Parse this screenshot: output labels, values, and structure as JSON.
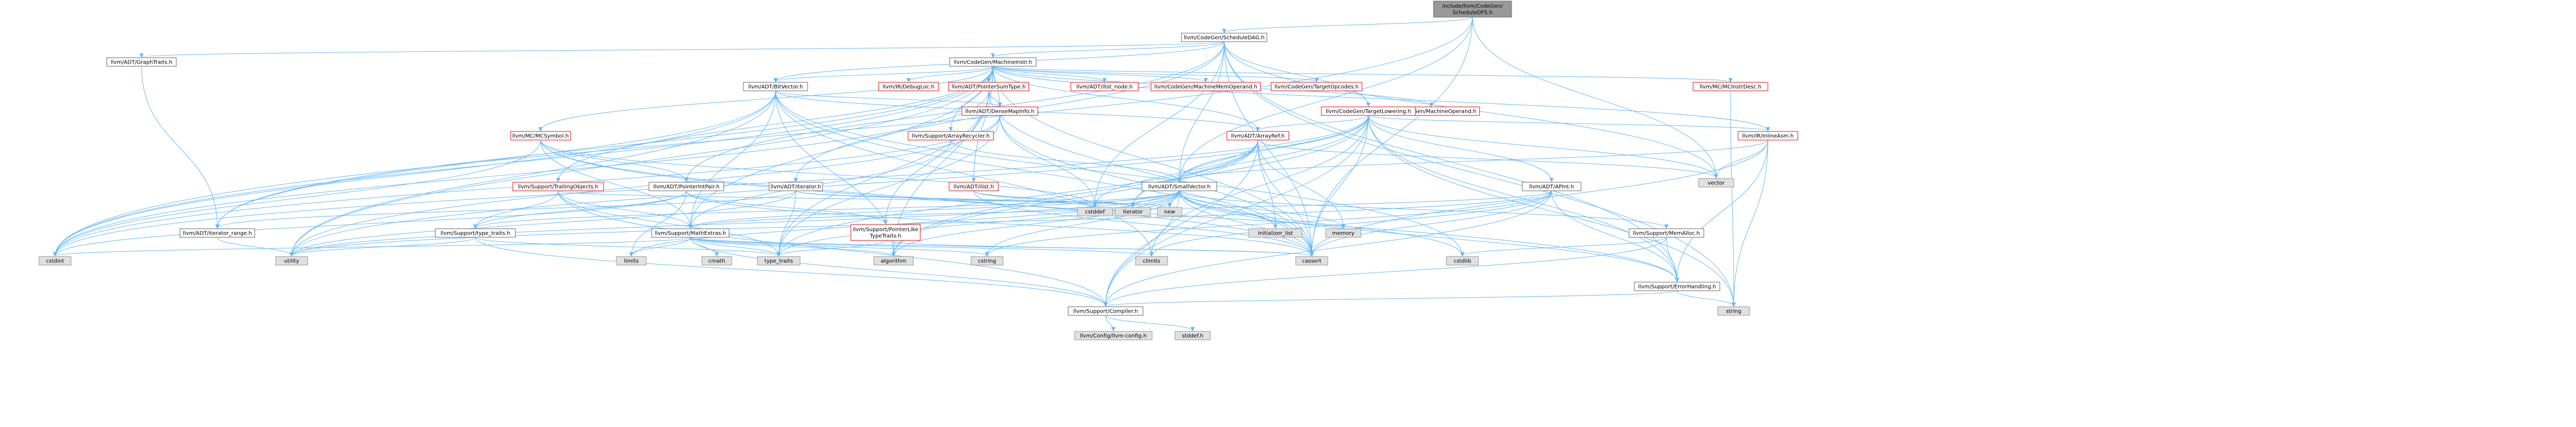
{
  "colors": {
    "edge": "#63b8ff",
    "root_fill": "#999999",
    "system_fill": "#e0e0e0",
    "link_border_red": "#ff0000",
    "border": "#666666"
  },
  "nodes": [
    {
      "id": "root",
      "lines": [
        "include/llvm/CodeGen/",
        "ScheduleDFS.h"
      ],
      "kind": "root"
    },
    {
      "id": "ScheduleDAG",
      "lines": [
        "llvm/CodeGen/ScheduleDAG.h"
      ],
      "kind": "normal"
    },
    {
      "id": "GraphTraits",
      "lines": [
        "llvm/ADT/GraphTraits.h"
      ],
      "kind": "normal"
    },
    {
      "id": "MachineInstr",
      "lines": [
        "llvm/CodeGen/MachineInstr.h"
      ],
      "kind": "normal"
    },
    {
      "id": "BitVector",
      "lines": [
        "llvm/ADT/BitVector.h"
      ],
      "kind": "normal"
    },
    {
      "id": "DebugLoc",
      "lines": [
        "llvm/IR/DebugLoc.h"
      ],
      "kind": "red"
    },
    {
      "id": "PointerSumType",
      "lines": [
        "llvm/ADT/PointerSumType.h"
      ],
      "kind": "red"
    },
    {
      "id": "ilist_node",
      "lines": [
        "llvm/ADT/ilist_node.h"
      ],
      "kind": "red"
    },
    {
      "id": "MachineMemOperand",
      "lines": [
        "llvm/CodeGen/MachineMemOperand.h"
      ],
      "kind": "red"
    },
    {
      "id": "TargetOpcodes",
      "lines": [
        "llvm/CodeGen/TargetOpcodes.h"
      ],
      "kind": "red"
    },
    {
      "id": "MachineOperand",
      "lines": [
        "llvm/CodeGen/MachineOperand.h"
      ],
      "kind": "red"
    },
    {
      "id": "MCInstrDesc",
      "lines": [
        "llvm/MC/MCInstrDesc.h"
      ],
      "kind": "red"
    },
    {
      "id": "DenseMapInfo",
      "lines": [
        "llvm/ADT/DenseMapInfo.h"
      ],
      "kind": "red"
    },
    {
      "id": "TargetLowering",
      "lines": [
        "llvm/CodeGen/TargetLowering.h"
      ],
      "kind": "red"
    },
    {
      "id": "InlineAsm",
      "lines": [
        "llvm/IR/InlineAsm.h"
      ],
      "kind": "red"
    },
    {
      "id": "MCSymbol",
      "lines": [
        "llvm/MC/MCSymbol.h"
      ],
      "kind": "red"
    },
    {
      "id": "ArrayRecycler",
      "lines": [
        "llvm/Support/ArrayRecycler.h"
      ],
      "kind": "red"
    },
    {
      "id": "ArrayRef",
      "lines": [
        "llvm/ADT/ArrayRef.h"
      ],
      "kind": "red"
    },
    {
      "id": "ilist",
      "lines": [
        "llvm/ADT/ilist.h"
      ],
      "kind": "red"
    },
    {
      "id": "PointerIntPair",
      "lines": [
        "llvm/ADT/PointerIntPair.h"
      ],
      "kind": "normal"
    },
    {
      "id": "iterator",
      "lines": [
        "llvm/ADT/iterator.h"
      ],
      "kind": "normal"
    },
    {
      "id": "TrailingObjects",
      "lines": [
        "llvm/Support/TrailingObjects.h"
      ],
      "kind": "red"
    },
    {
      "id": "SmallVector",
      "lines": [
        "llvm/ADT/SmallVector.h"
      ],
      "kind": "normal"
    },
    {
      "id": "APInt",
      "lines": [
        "llvm/ADT/APInt.h"
      ],
      "kind": "normal"
    },
    {
      "id": "iterator_range",
      "lines": [
        "llvm/ADT/iterator_range.h"
      ],
      "kind": "normal"
    },
    {
      "id": "type_traits_llvm",
      "lines": [
        "llvm/Support/type_traits.h"
      ],
      "kind": "normal"
    },
    {
      "id": "MathExtras",
      "lines": [
        "llvm/Support/MathExtras.h"
      ],
      "kind": "normal"
    },
    {
      "id": "PointerLikeTypeTraits",
      "lines": [
        "llvm/Support/PointerLike",
        "TypeTraits.h"
      ],
      "kind": "red"
    },
    {
      "id": "MemAlloc",
      "lines": [
        "llvm/Support/MemAlloc.h"
      ],
      "kind": "normal"
    },
    {
      "id": "ErrorHandling",
      "lines": [
        "llvm/Support/ErrorHandling.h"
      ],
      "kind": "normal"
    },
    {
      "id": "Compiler",
      "lines": [
        "llvm/Support/Compiler.h"
      ],
      "kind": "normal"
    },
    {
      "id": "llvm_config",
      "lines": [
        "llvm/Config/llvm-config.h"
      ],
      "kind": "sys"
    },
    {
      "id": "stddef_h",
      "lines": [
        "stddef.h"
      ],
      "kind": "sys"
    },
    {
      "id": "vector",
      "lines": [
        "vector"
      ],
      "kind": "sys"
    },
    {
      "id": "cstddef",
      "lines": [
        "cstddef"
      ],
      "kind": "sys"
    },
    {
      "id": "iterator_std",
      "lines": [
        "iterator"
      ],
      "kind": "sys"
    },
    {
      "id": "new",
      "lines": [
        "new"
      ],
      "kind": "sys"
    },
    {
      "id": "initializer_list",
      "lines": [
        "initializer_list"
      ],
      "kind": "sys"
    },
    {
      "id": "memory",
      "lines": [
        "memory"
      ],
      "kind": "sys"
    },
    {
      "id": "cstdint",
      "lines": [
        "cstdint"
      ],
      "kind": "sys"
    },
    {
      "id": "utility",
      "lines": [
        "utility"
      ],
      "kind": "sys"
    },
    {
      "id": "limits",
      "lines": [
        "limits"
      ],
      "kind": "sys"
    },
    {
      "id": "cmath",
      "lines": [
        "cmath"
      ],
      "kind": "sys"
    },
    {
      "id": "type_traits",
      "lines": [
        "type_traits"
      ],
      "kind": "sys"
    },
    {
      "id": "algorithm",
      "lines": [
        "algorithm"
      ],
      "kind": "sys"
    },
    {
      "id": "cstring",
      "lines": [
        "cstring"
      ],
      "kind": "sys"
    },
    {
      "id": "climits",
      "lines": [
        "climits"
      ],
      "kind": "sys"
    },
    {
      "id": "cassert",
      "lines": [
        "cassert"
      ],
      "kind": "sys"
    },
    {
      "id": "cstdlib",
      "lines": [
        "cstdlib"
      ],
      "kind": "sys"
    },
    {
      "id": "string",
      "lines": [
        "string"
      ],
      "kind": "sys"
    }
  ],
  "edges": [
    [
      "root",
      "ScheduleDAG"
    ],
    [
      "root",
      "SmallVector"
    ],
    [
      "root",
      "vector"
    ],
    [
      "root",
      "cassert"
    ],
    [
      "root",
      "cstdint"
    ],
    [
      "ScheduleDAG",
      "GraphTraits"
    ],
    [
      "ScheduleDAG",
      "MachineInstr"
    ],
    [
      "ScheduleDAG",
      "TargetLowering"
    ],
    [
      "ScheduleDAG",
      "SmallVector"
    ],
    [
      "ScheduleDAG",
      "BitVector"
    ],
    [
      "ScheduleDAG",
      "PointerIntPair"
    ],
    [
      "ScheduleDAG",
      "iterator"
    ],
    [
      "ScheduleDAG",
      "ErrorHandling"
    ],
    [
      "ScheduleDAG",
      "cassert"
    ],
    [
      "ScheduleDAG",
      "cstddef"
    ],
    [
      "ScheduleDAG",
      "string"
    ],
    [
      "ScheduleDAG",
      "vector"
    ],
    [
      "GraphTraits",
      "iterator_range"
    ],
    [
      "MachineInstr",
      "DenseMapInfo"
    ],
    [
      "MachineInstr",
      "PointerSumType"
    ],
    [
      "MachineInstr",
      "ArrayRef"
    ],
    [
      "MachineInstr",
      "ilist"
    ],
    [
      "MachineInstr",
      "ilist_node"
    ],
    [
      "MachineInstr",
      "iterator_range"
    ],
    [
      "MachineInstr",
      "MachineMemOperand"
    ],
    [
      "MachineInstr",
      "MachineOperand"
    ],
    [
      "MachineInstr",
      "TargetOpcodes"
    ],
    [
      "MachineInstr",
      "DebugLoc"
    ],
    [
      "MachineInstr",
      "InlineAsm"
    ],
    [
      "MachineInstr",
      "MCInstrDesc"
    ],
    [
      "MachineInstr",
      "MCSymbol"
    ],
    [
      "MachineInstr",
      "ArrayRecycler"
    ],
    [
      "MachineInstr",
      "MathExtras"
    ],
    [
      "MachineInstr",
      "TrailingObjects"
    ],
    [
      "MachineInstr",
      "algorithm"
    ],
    [
      "MachineInstr",
      "cassert"
    ],
    [
      "MachineInstr",
      "cstdint"
    ],
    [
      "MachineInstr",
      "utility"
    ],
    [
      "MachineInstr",
      "BitVector"
    ],
    [
      "BitVector",
      "ArrayRef"
    ],
    [
      "BitVector",
      "DenseMapInfo"
    ],
    [
      "BitVector",
      "iterator_range"
    ],
    [
      "BitVector",
      "MathExtras"
    ],
    [
      "BitVector",
      "algorithm"
    ],
    [
      "BitVector",
      "cassert"
    ],
    [
      "BitVector",
      "climits"
    ],
    [
      "BitVector",
      "cstdint"
    ],
    [
      "BitVector",
      "cstdlib"
    ],
    [
      "BitVector",
      "utility"
    ],
    [
      "PointerSumType",
      "DenseMapInfo"
    ],
    [
      "PointerSumType",
      "PointerLikeTypeTraits"
    ],
    [
      "PointerSumType",
      "cassert"
    ],
    [
      "PointerSumType",
      "cstdint"
    ],
    [
      "PointerSumType",
      "type_traits"
    ],
    [
      "DenseMapInfo",
      "cassert"
    ],
    [
      "DenseMapInfo",
      "cstddef"
    ],
    [
      "DenseMapInfo",
      "cstdint"
    ],
    [
      "DenseMapInfo",
      "tuple_placeholder"
    ],
    [
      "DenseMapInfo",
      "type_traits"
    ],
    [
      "DenseMapInfo",
      "utility"
    ],
    [
      "TargetLowering",
      "ArrayRef"
    ],
    [
      "TargetLowering",
      "APInt"
    ],
    [
      "TargetLowering",
      "SmallVector"
    ],
    [
      "TargetLowering",
      "InlineAsm"
    ],
    [
      "TargetLowering",
      "Compiler"
    ],
    [
      "TargetLowering",
      "ErrorHandling"
    ],
    [
      "TargetLowering",
      "algorithm"
    ],
    [
      "TargetLowering",
      "cassert"
    ],
    [
      "TargetLowering",
      "climits"
    ],
    [
      "TargetLowering",
      "cstdint"
    ],
    [
      "TargetLowering",
      "iterator_std"
    ],
    [
      "TargetLowering",
      "map_placeholder"
    ],
    [
      "TargetLowering",
      "string"
    ],
    [
      "TargetLowering",
      "utility"
    ],
    [
      "TargetLowering",
      "vector"
    ],
    [
      "InlineAsm",
      "SmallVector"
    ],
    [
      "InlineAsm",
      "ErrorHandling"
    ],
    [
      "InlineAsm",
      "cassert"
    ],
    [
      "InlineAsm",
      "string"
    ],
    [
      "InlineAsm",
      "vector"
    ],
    [
      "MCInstrDesc",
      "string"
    ],
    [
      "MCSymbol",
      "PointerIntPair"
    ],
    [
      "MCSymbol",
      "ErrorHandling"
    ],
    [
      "MCSymbol",
      "MathExtras"
    ],
    [
      "MCSymbol",
      "cassert"
    ],
    [
      "MCSymbol",
      "cstddef"
    ],
    [
      "MCSymbol",
      "cstdint"
    ],
    [
      "ArrayRecycler",
      "SmallVector"
    ],
    [
      "ArrayRecycler",
      "MathExtras"
    ],
    [
      "ArrayRef",
      "SmallVector"
    ],
    [
      "ArrayRef",
      "Compiler"
    ],
    [
      "ArrayRef",
      "algorithm"
    ],
    [
      "ArrayRef",
      "cassert"
    ],
    [
      "ArrayRef",
      "cstddef"
    ],
    [
      "ArrayRef",
      "initializer_list"
    ],
    [
      "ArrayRef",
      "iterator_std"
    ],
    [
      "ArrayRef",
      "memory"
    ],
    [
      "ArrayRef",
      "type_traits"
    ],
    [
      "ArrayRef",
      "vector"
    ],
    [
      "ilist",
      "iterator_std"
    ],
    [
      "ilist",
      "cassert"
    ],
    [
      "ilist",
      "cstddef"
    ],
    [
      "PointerIntPair",
      "PointerLikeTypeTraits"
    ],
    [
      "PointerIntPair",
      "type_traits_llvm"
    ],
    [
      "PointerIntPair",
      "cassert"
    ],
    [
      "PointerIntPair",
      "cstdint"
    ],
    [
      "PointerIntPair",
      "limits"
    ],
    [
      "iterator",
      "iterator_range"
    ],
    [
      "iterator",
      "cstddef"
    ],
    [
      "iterator",
      "iterator_std"
    ],
    [
      "iterator",
      "type_traits"
    ],
    [
      "iterator",
      "utility"
    ],
    [
      "TrailingObjects",
      "MathExtras"
    ],
    [
      "TrailingObjects",
      "type_traits_llvm"
    ],
    [
      "TrailingObjects",
      "Compiler"
    ],
    [
      "TrailingObjects",
      "new"
    ],
    [
      "TrailingObjects",
      "type_traits"
    ],
    [
      "SmallVector",
      "Compiler"
    ],
    [
      "SmallVector",
      "type_traits_llvm"
    ],
    [
      "SmallVector",
      "algorithm"
    ],
    [
      "SmallVector",
      "cassert"
    ],
    [
      "SmallVector",
      "cstddef"
    ],
    [
      "SmallVector",
      "cstdlib"
    ],
    [
      "SmallVector",
      "cstring"
    ],
    [
      "SmallVector",
      "functional_placeholder"
    ],
    [
      "SmallVector",
      "initializer_list"
    ],
    [
      "SmallVector",
      "iterator_std"
    ],
    [
      "SmallVector",
      "limits"
    ],
    [
      "SmallVector",
      "memory"
    ],
    [
      "SmallVector",
      "new"
    ],
    [
      "SmallVector",
      "type_traits"
    ],
    [
      "SmallVector",
      "utility"
    ],
    [
      "SmallVector",
      "MemAlloc"
    ],
    [
      "SmallVector",
      "ErrorHandling"
    ],
    [
      "SmallVector",
      "MathExtras"
    ],
    [
      "APInt",
      "Compiler"
    ],
    [
      "APInt",
      "MathExtras"
    ],
    [
      "APInt",
      "ErrorHandling"
    ],
    [
      "APInt",
      "cassert"
    ],
    [
      "APInt",
      "climits"
    ],
    [
      "APInt",
      "cstring"
    ],
    [
      "APInt",
      "utility"
    ],
    [
      "iterator_range",
      "utility"
    ],
    [
      "type_traits_llvm",
      "Compiler"
    ],
    [
      "type_traits_llvm",
      "type_traits"
    ],
    [
      "type_traits_llvm",
      "utility"
    ],
    [
      "MathExtras",
      "Compiler"
    ],
    [
      "MathExtras",
      "algorithm"
    ],
    [
      "MathExtras",
      "cassert"
    ],
    [
      "MathExtras",
      "climits"
    ],
    [
      "MathExtras",
      "cmath"
    ],
    [
      "MathExtras",
      "cstdint"
    ],
    [
      "MathExtras",
      "cstring"
    ],
    [
      "MathExtras",
      "limits"
    ],
    [
      "MathExtras",
      "type_traits"
    ],
    [
      "PointerLikeTypeTraits",
      "cassert"
    ],
    [
      "PointerLikeTypeTraits",
      "type_traits"
    ],
    [
      "MemAlloc",
      "Compiler"
    ],
    [
      "MemAlloc",
      "ErrorHandling"
    ],
    [
      "MemAlloc",
      "cstdlib"
    ],
    [
      "ErrorHandling",
      "Compiler"
    ],
    [
      "ErrorHandling",
      "string"
    ],
    [
      "Compiler",
      "llvm_config"
    ],
    [
      "Compiler",
      "stddef_h"
    ]
  ]
}
